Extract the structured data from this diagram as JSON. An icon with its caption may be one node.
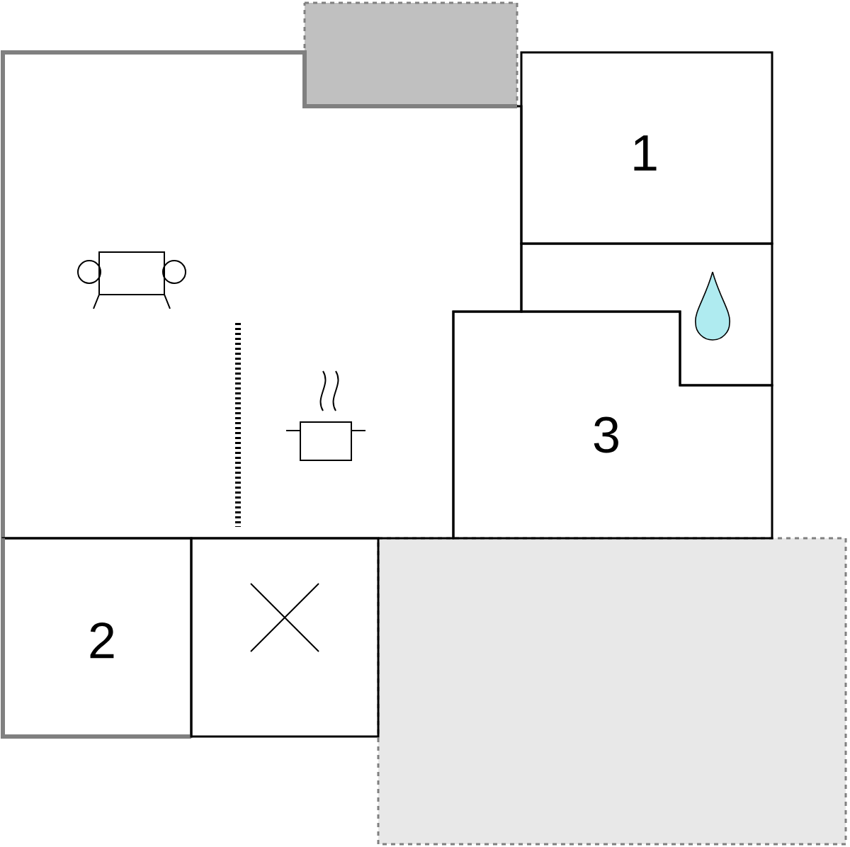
{
  "diagram": {
    "nodes": [
      {
        "text": [
          "1"
        ]
      },
      {
        "text": [
          "3"
        ]
      },
      {
        "text": [
          "2"
        ]
      },
      {
        "text": [],
        "shape": "box"
      },
      {
        "text": [],
        "shape": "box"
      },
      {
        "text": [],
        "shape": "box"
      },
      {
        "text": [],
        "shape": "box"
      },
      {
        "text": [],
        "shape": "box"
      }
    ]
  }
}
